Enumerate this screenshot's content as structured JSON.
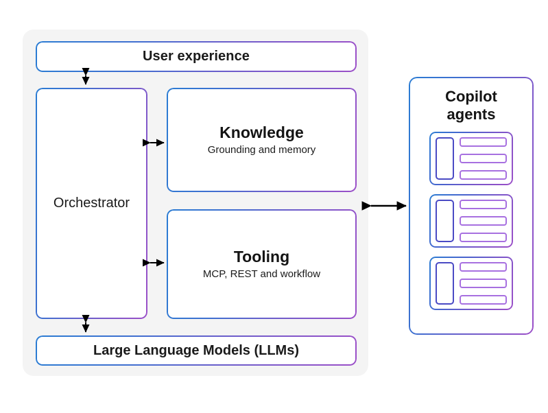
{
  "diagram": {
    "title_semantic": "copilot-platform-architecture",
    "colors": {
      "gradient_start": "#2b7cd3",
      "gradient_end": "#9b4fc8",
      "panel_background": "#f4f4f4",
      "page_background": "#ffffff",
      "agent_thumb_border": "#4a4ac4",
      "agent_line_border": "#a770e0",
      "arrow": "#000000",
      "text": "#1a1a1a"
    }
  },
  "platform": {
    "user_experience": {
      "title": "User experience"
    },
    "orchestrator": {
      "title": "Orchestrator"
    },
    "knowledge": {
      "title": "Knowledge",
      "subtitle": "Grounding and memory"
    },
    "tooling": {
      "title": "Tooling",
      "subtitle": "MCP, REST and workflow"
    },
    "llm": {
      "title": "Large Language Models (LLMs)"
    }
  },
  "agents_panel": {
    "title_line1": "Copilot",
    "title_line2": "agents",
    "cards": [
      {
        "lines": 3
      },
      {
        "lines": 3
      },
      {
        "lines": 3
      }
    ]
  },
  "connectors": [
    {
      "name": "ux-to-orchestrator",
      "direction": "bidirectional",
      "orientation": "vertical"
    },
    {
      "name": "orchestrator-to-knowledge",
      "direction": "bidirectional",
      "orientation": "horizontal"
    },
    {
      "name": "orchestrator-to-tooling",
      "direction": "bidirectional",
      "orientation": "horizontal"
    },
    {
      "name": "orchestrator-to-llm",
      "direction": "bidirectional",
      "orientation": "vertical"
    },
    {
      "name": "platform-to-agents",
      "direction": "bidirectional",
      "orientation": "horizontal"
    }
  ]
}
